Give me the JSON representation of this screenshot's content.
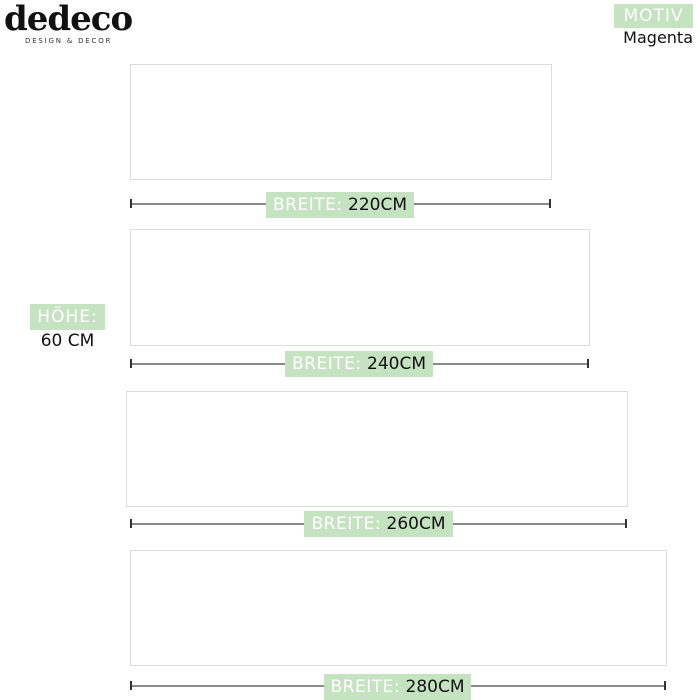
{
  "brand": {
    "name": "dedeco",
    "tagline": "DESIGN & DECOR"
  },
  "motif": {
    "label": "MOTIV",
    "value": "Magenta"
  },
  "height": {
    "label": "HÖHE:",
    "value": "60 CM"
  },
  "accent_color": "#c5e2c1",
  "sizes": [
    {
      "label": "BREITE:",
      "value": "220CM"
    },
    {
      "label": "BREITE:",
      "value": "240CM"
    },
    {
      "label": "BREITE:",
      "value": "260CM"
    },
    {
      "label": "BREITE:",
      "value": "280CM"
    }
  ]
}
